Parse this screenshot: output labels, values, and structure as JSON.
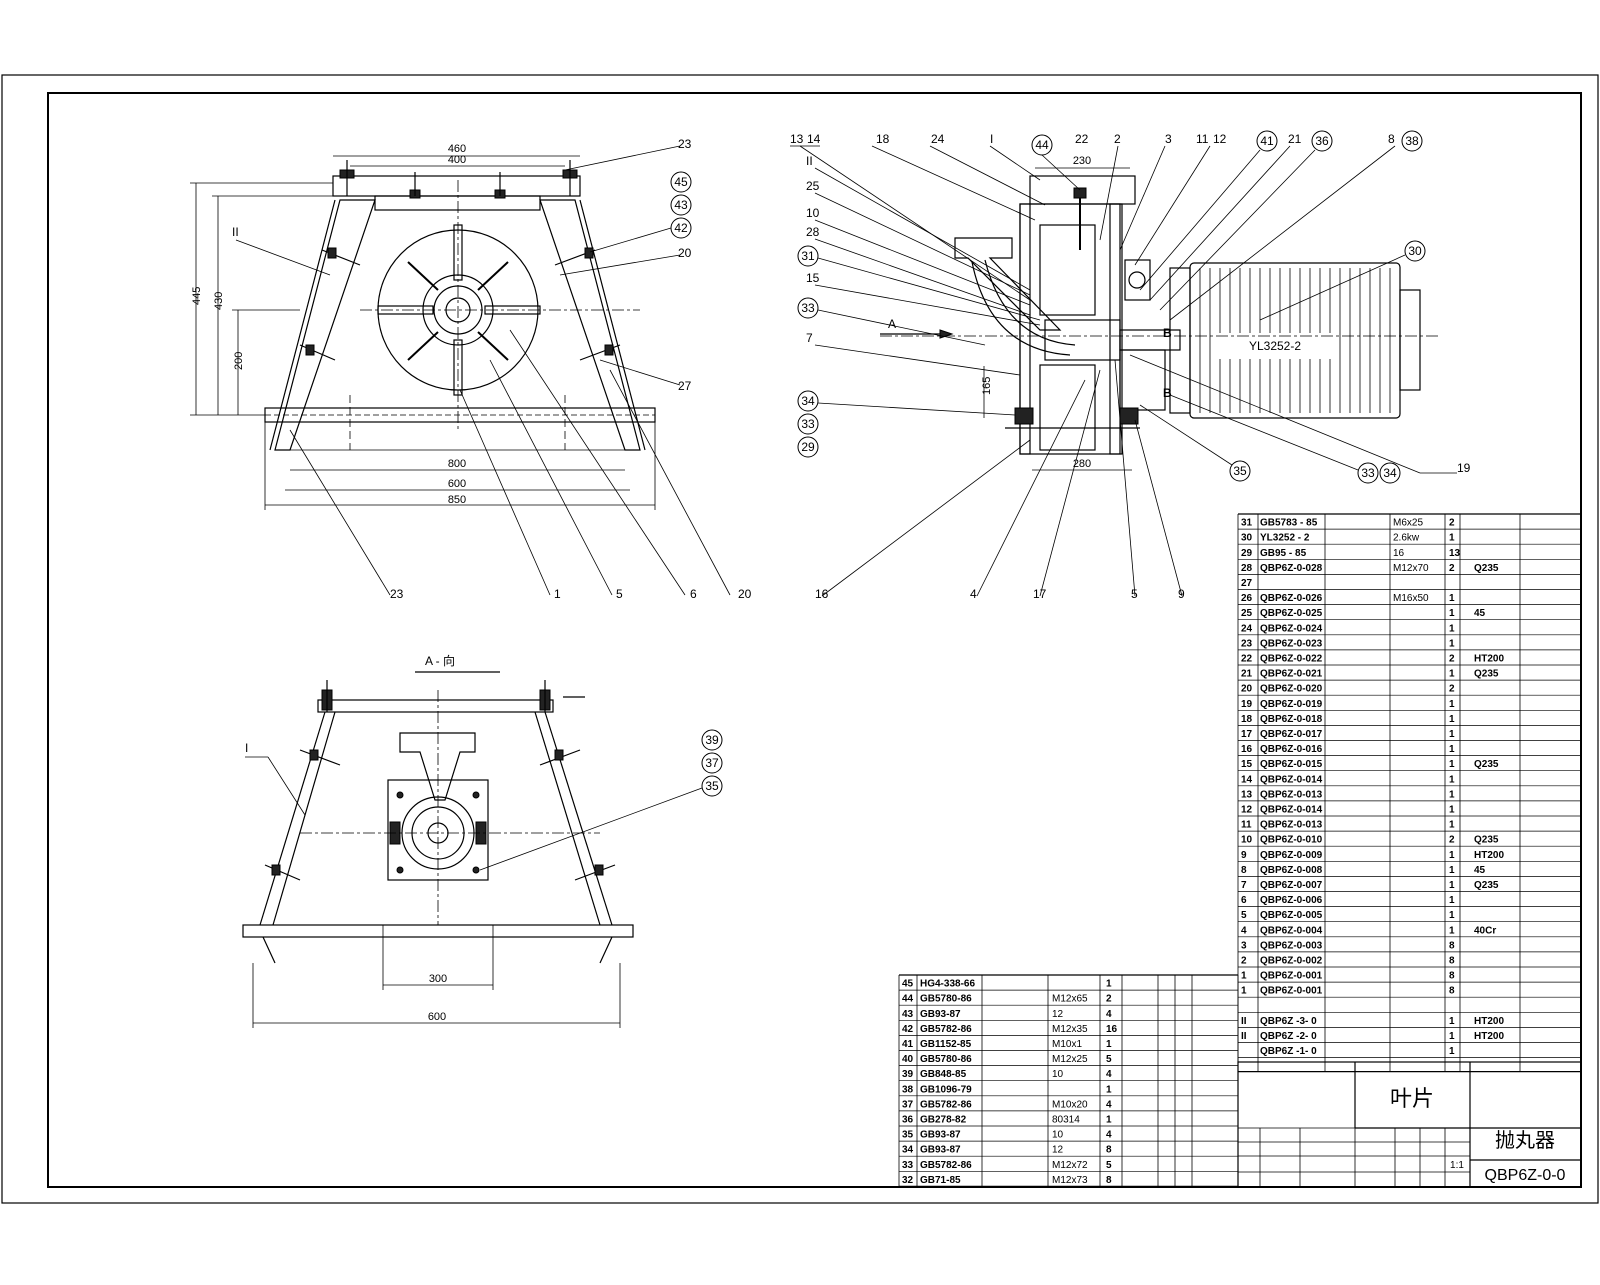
{
  "views": {
    "front": {
      "dims": [
        "460",
        "400",
        "445",
        "430",
        "200",
        "800",
        "600",
        "850"
      ],
      "callouts": [
        "23",
        "45",
        "43",
        "42",
        "20",
        "27",
        "23",
        "1",
        "5",
        "6",
        "20"
      ],
      "mark": "II"
    },
    "side": {
      "callouts_top": [
        "13",
        "14",
        "18",
        "24",
        "I",
        "44",
        "22",
        "2",
        "3",
        "11",
        "12",
        "41",
        "21",
        "36",
        "8",
        "38"
      ],
      "callouts_left": [
        "II",
        "25",
        "10",
        "28",
        "31",
        "15",
        "33",
        "7",
        "34",
        "33",
        "29"
      ],
      "callouts_right": [
        "30",
        "35",
        "33",
        "34",
        "19"
      ],
      "callouts_bottom": [
        "16",
        "4",
        "17",
        "5",
        "9"
      ],
      "dims": [
        "230",
        "165",
        "280"
      ],
      "motor_label": "YL3252-2",
      "section_mark": "A",
      "section_letter": "B"
    },
    "view_a": {
      "title": "A - 向",
      "mark": "I",
      "callouts": [
        "39",
        "37",
        "35"
      ],
      "dims": [
        "300",
        "600"
      ]
    }
  },
  "parts_upper": [
    [
      "31",
      "GB5783 - 85",
      "",
      "M6x25",
      "2",
      "",
      ""
    ],
    [
      "30",
      "YL3252 - 2",
      "",
      "2.6kw",
      "1",
      "",
      ""
    ],
    [
      "29",
      "GB95 - 85",
      "",
      "16",
      "13",
      "",
      ""
    ],
    [
      "28",
      "QBP6Z-0-028",
      "",
      "M12x70",
      "2",
      "Q235",
      ""
    ],
    [
      "27",
      "",
      "",
      "",
      "",
      "",
      ""
    ],
    [
      "26",
      "QBP6Z-0-026",
      "",
      "M16x50",
      "1",
      "",
      ""
    ],
    [
      "25",
      "QBP6Z-0-025",
      "",
      "",
      "1",
      "45",
      ""
    ],
    [
      "24",
      "QBP6Z-0-024",
      "",
      "",
      "1",
      "",
      ""
    ],
    [
      "23",
      "QBP6Z-0-023",
      "",
      "",
      "1",
      "",
      ""
    ],
    [
      "22",
      "QBP6Z-0-022",
      "",
      "",
      "2",
      "HT200",
      ""
    ],
    [
      "21",
      "QBP6Z-0-021",
      "",
      "",
      "1",
      "Q235",
      ""
    ],
    [
      "20",
      "QBP6Z-0-020",
      "",
      "",
      "2",
      "",
      ""
    ],
    [
      "19",
      "QBP6Z-0-019",
      "",
      "",
      "1",
      "",
      ""
    ],
    [
      "18",
      "QBP6Z-0-018",
      "",
      "",
      "1",
      "",
      ""
    ],
    [
      "17",
      "QBP6Z-0-017",
      "",
      "",
      "1",
      "",
      ""
    ],
    [
      "16",
      "QBP6Z-0-016",
      "",
      "",
      "1",
      "",
      ""
    ],
    [
      "15",
      "QBP6Z-0-015",
      "",
      "",
      "1",
      "Q235",
      ""
    ],
    [
      "14",
      "QBP6Z-0-014",
      "",
      "",
      "1",
      "",
      ""
    ],
    [
      "13",
      "QBP6Z-0-013",
      "",
      "",
      "1",
      "",
      ""
    ],
    [
      "12",
      "QBP6Z-0-014",
      "",
      "",
      "1",
      "",
      ""
    ],
    [
      "11",
      "QBP6Z-0-013",
      "",
      "",
      "1",
      "",
      ""
    ],
    [
      "10",
      "QBP6Z-0-010",
      "",
      "",
      "2",
      "Q235",
      ""
    ],
    [
      "9",
      "QBP6Z-0-009",
      "",
      "",
      "1",
      "HT200",
      ""
    ],
    [
      "8",
      "QBP6Z-0-008",
      "",
      "",
      "1",
      "45",
      ""
    ],
    [
      "7",
      "QBP6Z-0-007",
      "",
      "",
      "1",
      "Q235",
      ""
    ],
    [
      "6",
      "QBP6Z-0-006",
      "",
      "",
      "1",
      "",
      ""
    ],
    [
      "5",
      "QBP6Z-0-005",
      "",
      "",
      "1",
      "",
      ""
    ],
    [
      "4",
      "QBP6Z-0-004",
      "",
      "",
      "1",
      "40Cr",
      ""
    ],
    [
      "3",
      "QBP6Z-0-003",
      "",
      "",
      "8",
      "",
      ""
    ],
    [
      "2",
      "QBP6Z-0-002",
      "",
      "",
      "8",
      "",
      ""
    ],
    [
      "1",
      "QBP6Z-0-001",
      "",
      "",
      "8",
      "",
      ""
    ],
    [
      "1",
      "QBP6Z-0-001",
      "",
      "",
      "8",
      "",
      ""
    ],
    [
      "",
      "",
      "",
      "",
      "",
      "",
      ""
    ],
    [
      "II",
      "QBP6Z -3- 0",
      "",
      "",
      "1",
      "HT200",
      ""
    ],
    [
      "II",
      "QBP6Z -2- 0",
      "",
      "",
      "1",
      "HT200",
      ""
    ],
    [
      "",
      "QBP6Z -1- 0",
      "",
      "",
      "1",
      "",
      ""
    ]
  ],
  "parts_lower": [
    [
      "45",
      "HG4-338-66",
      "",
      "",
      "1"
    ],
    [
      "44",
      "GB5780-86",
      "",
      "M12x65",
      "2"
    ],
    [
      "43",
      "GB93-87",
      "",
      "12",
      "4"
    ],
    [
      "42",
      "GB5782-86",
      "",
      "M12x35",
      "16"
    ],
    [
      "41",
      "GB1152-85",
      "",
      "M10x1",
      "1"
    ],
    [
      "40",
      "GB5780-86",
      "",
      "M12x25",
      "5"
    ],
    [
      "39",
      "GB848-85",
      "",
      "10",
      "4"
    ],
    [
      "38",
      "GB1096-79",
      "",
      "",
      "1"
    ],
    [
      "37",
      "GB5782-86",
      "",
      "M10x20",
      "4"
    ],
    [
      "36",
      "GB278-82",
      "",
      "80314",
      "1"
    ],
    [
      "35",
      "GB93-87",
      "",
      "10",
      "4"
    ],
    [
      "34",
      "GB93-87",
      "",
      "12",
      "8"
    ],
    [
      "33",
      "GB5782-86",
      "",
      "M12x72",
      "5"
    ],
    [
      "32",
      "GB71-85",
      "",
      "M12x73",
      "8"
    ]
  ],
  "title_block": {
    "name": "抛丸器",
    "drawing_no": "QBP6Z-0-0",
    "scale": "1:1",
    "subtitle": "叶片"
  }
}
